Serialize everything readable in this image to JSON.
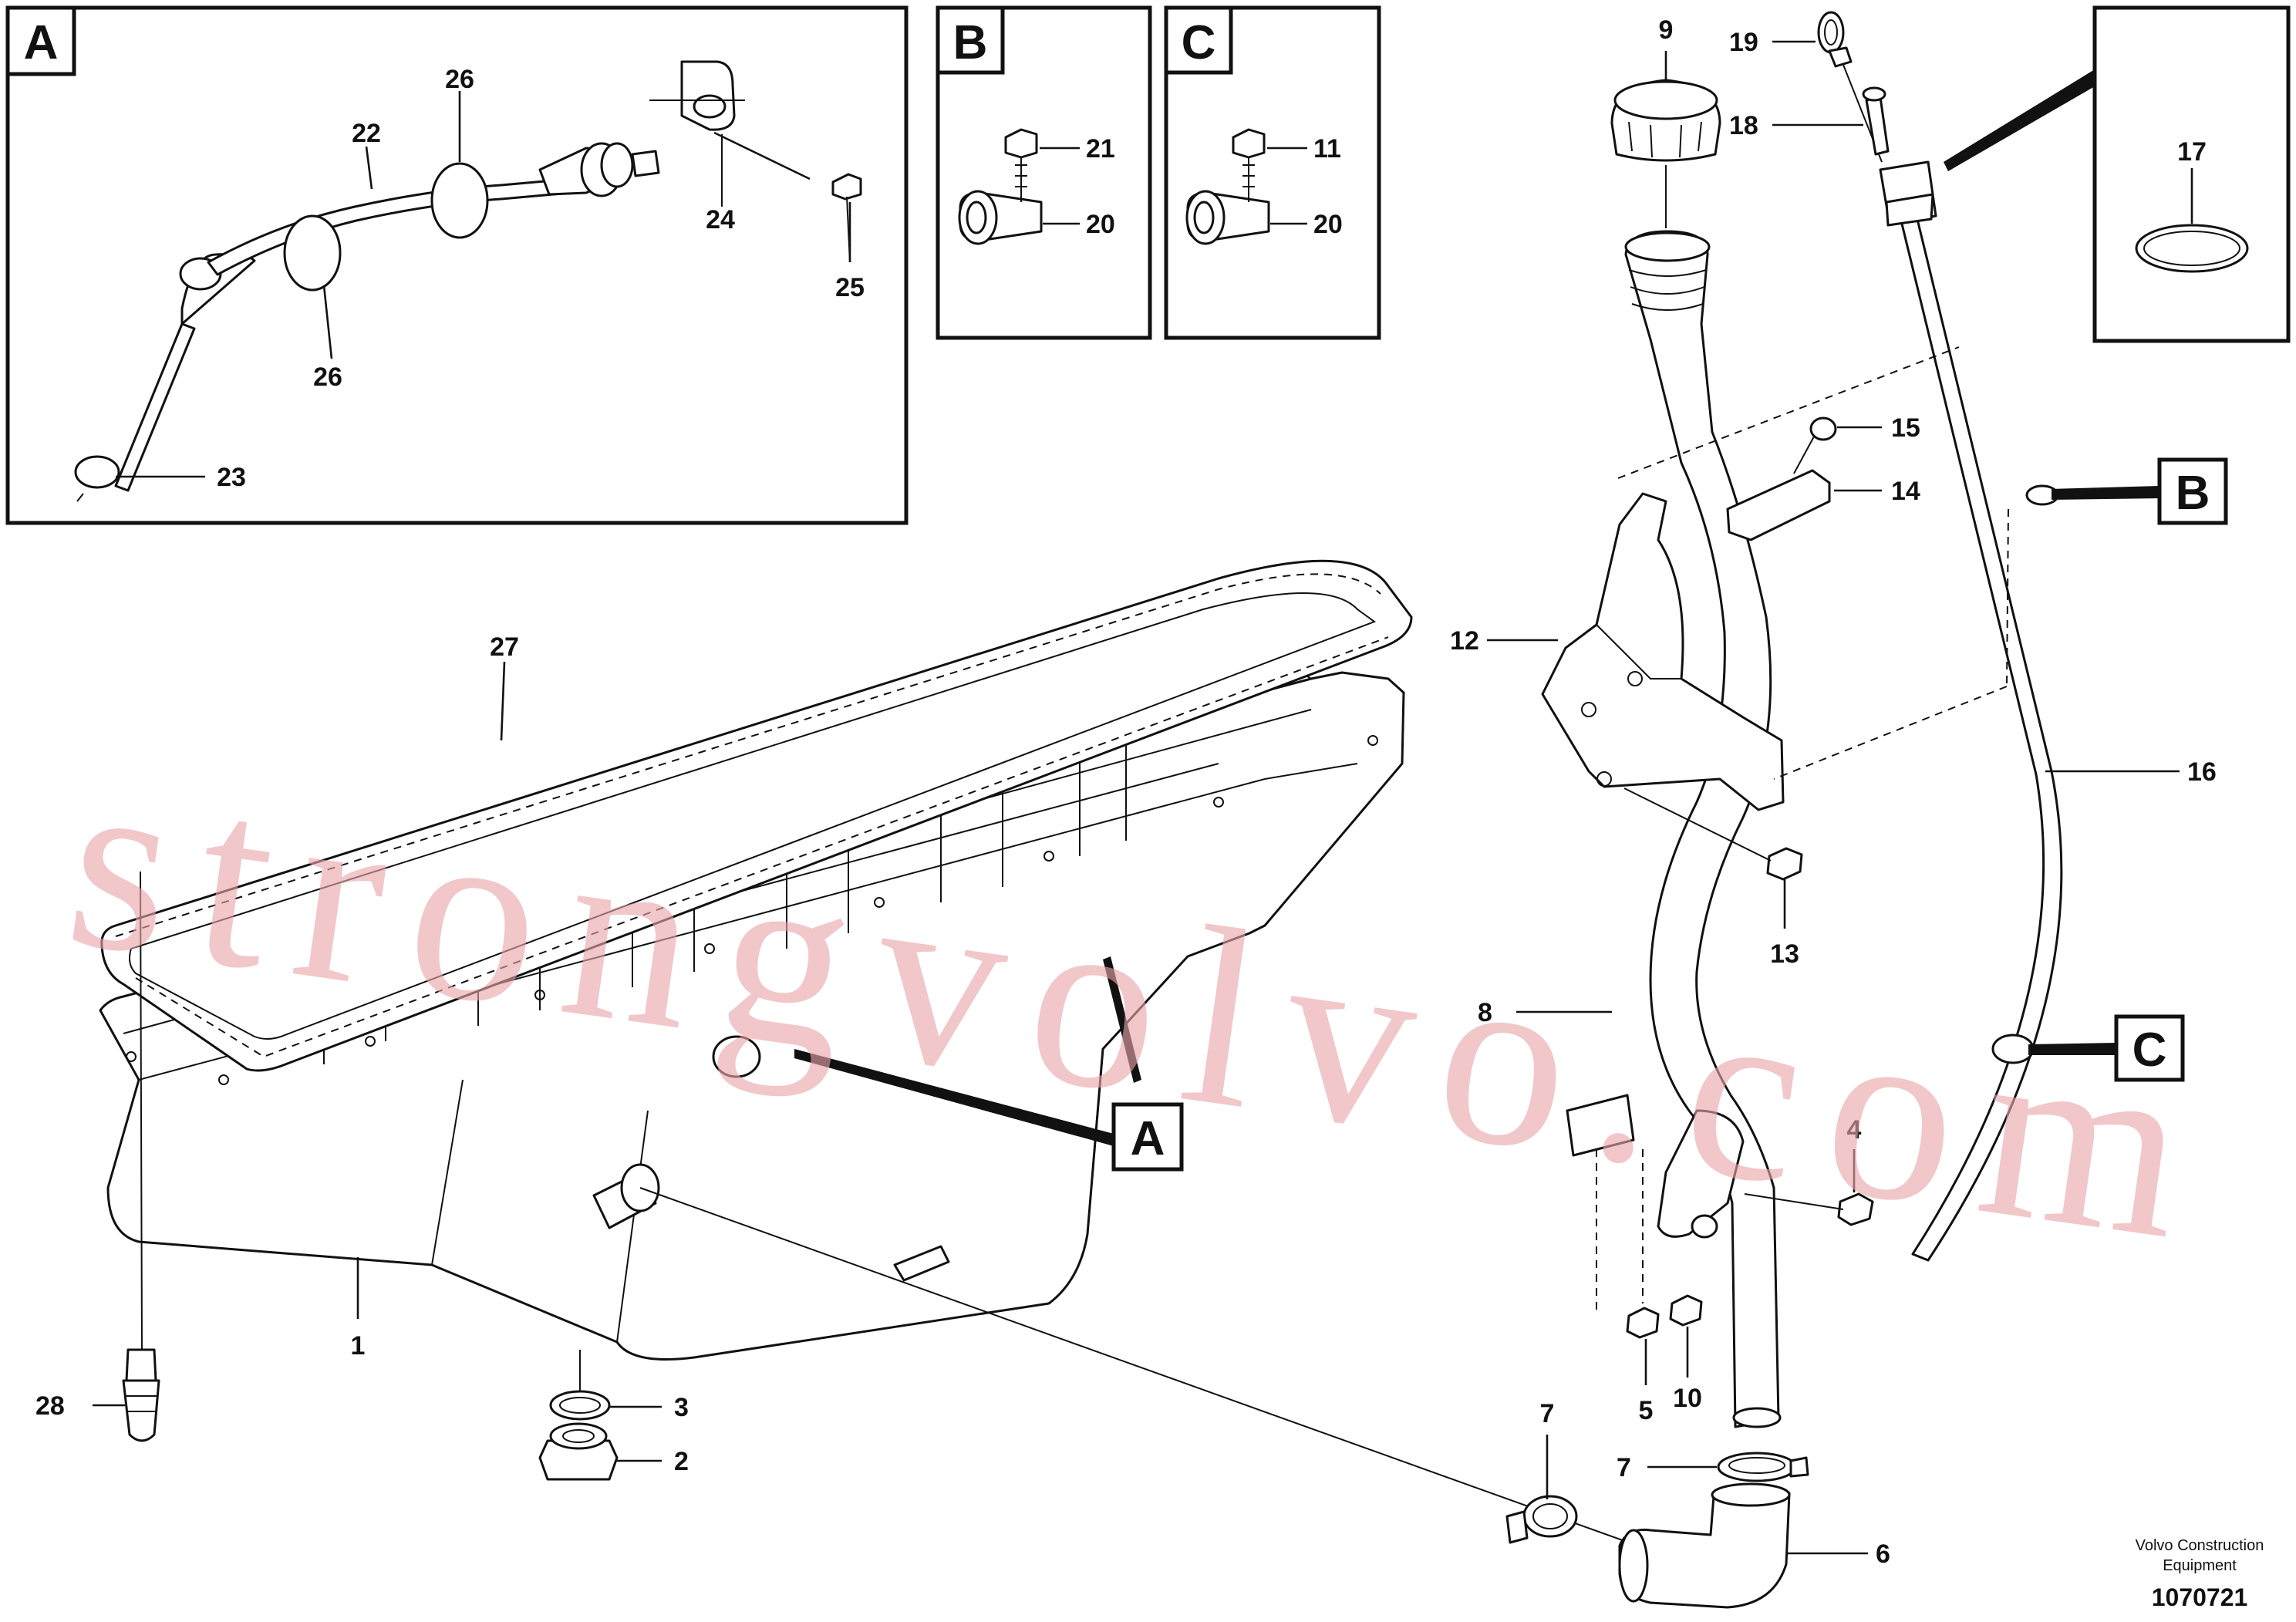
{
  "watermark": "strongvolvo.com",
  "credit": {
    "line1": "Volvo Construction",
    "line2": "Equipment"
  },
  "doc_number": "1070721",
  "view_labels": {
    "a": "A",
    "b": "B",
    "c": "C"
  },
  "part_numbers": {
    "p1": "1",
    "p2": "2",
    "p3": "3",
    "p4": "4",
    "p5": "5",
    "p6": "6",
    "p7a": "7",
    "p7b": "7",
    "p8": "8",
    "p9": "9",
    "p10": "10",
    "p11": "11",
    "p12": "12",
    "p13": "13",
    "p14": "14",
    "p15": "15",
    "p16": "16",
    "p17": "17",
    "p18": "18",
    "p19": "19",
    "p20b": "20",
    "p20c": "20",
    "p21": "21",
    "p22": "22",
    "p23": "23",
    "p24": "24",
    "p25": "25",
    "p26a": "26",
    "p26b": "26",
    "p27": "27",
    "p28": "28"
  },
  "colors": {
    "watermark": "#e9a5a8",
    "ink": "#111111"
  }
}
